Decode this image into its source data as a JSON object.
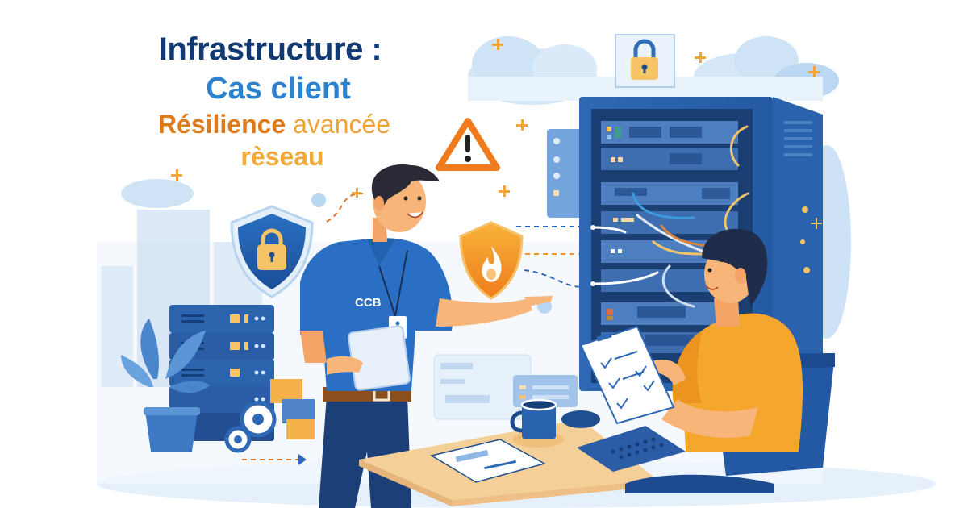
{
  "title": {
    "line1": "Infrastructure :",
    "line2": "Cas client",
    "line3_bold": "Résilience",
    "line3_light": " avancée",
    "line4": "rèseau"
  },
  "illustration": {
    "shirt_logo": "CCB",
    "icons": [
      "warning-icon",
      "padlock-shield-icon",
      "firewall-shield-icon",
      "cloud-padlock-icon",
      "gear-icon",
      "server-stack-icon",
      "server-rack-icon",
      "clipboard-checklist-icon",
      "coffee-mug-icon",
      "mouse-icon",
      "keyboard-icon",
      "plant-icon",
      "tablet-icon",
      "badge-icon",
      "office-chair-icon"
    ],
    "colors": {
      "navy": "#123a72",
      "blue": "#2b82cf",
      "rack_blue": "#2f68b4",
      "orange": "#f0932b",
      "light_blue": "#d6e8f8",
      "desk": "#f5cf98"
    }
  }
}
